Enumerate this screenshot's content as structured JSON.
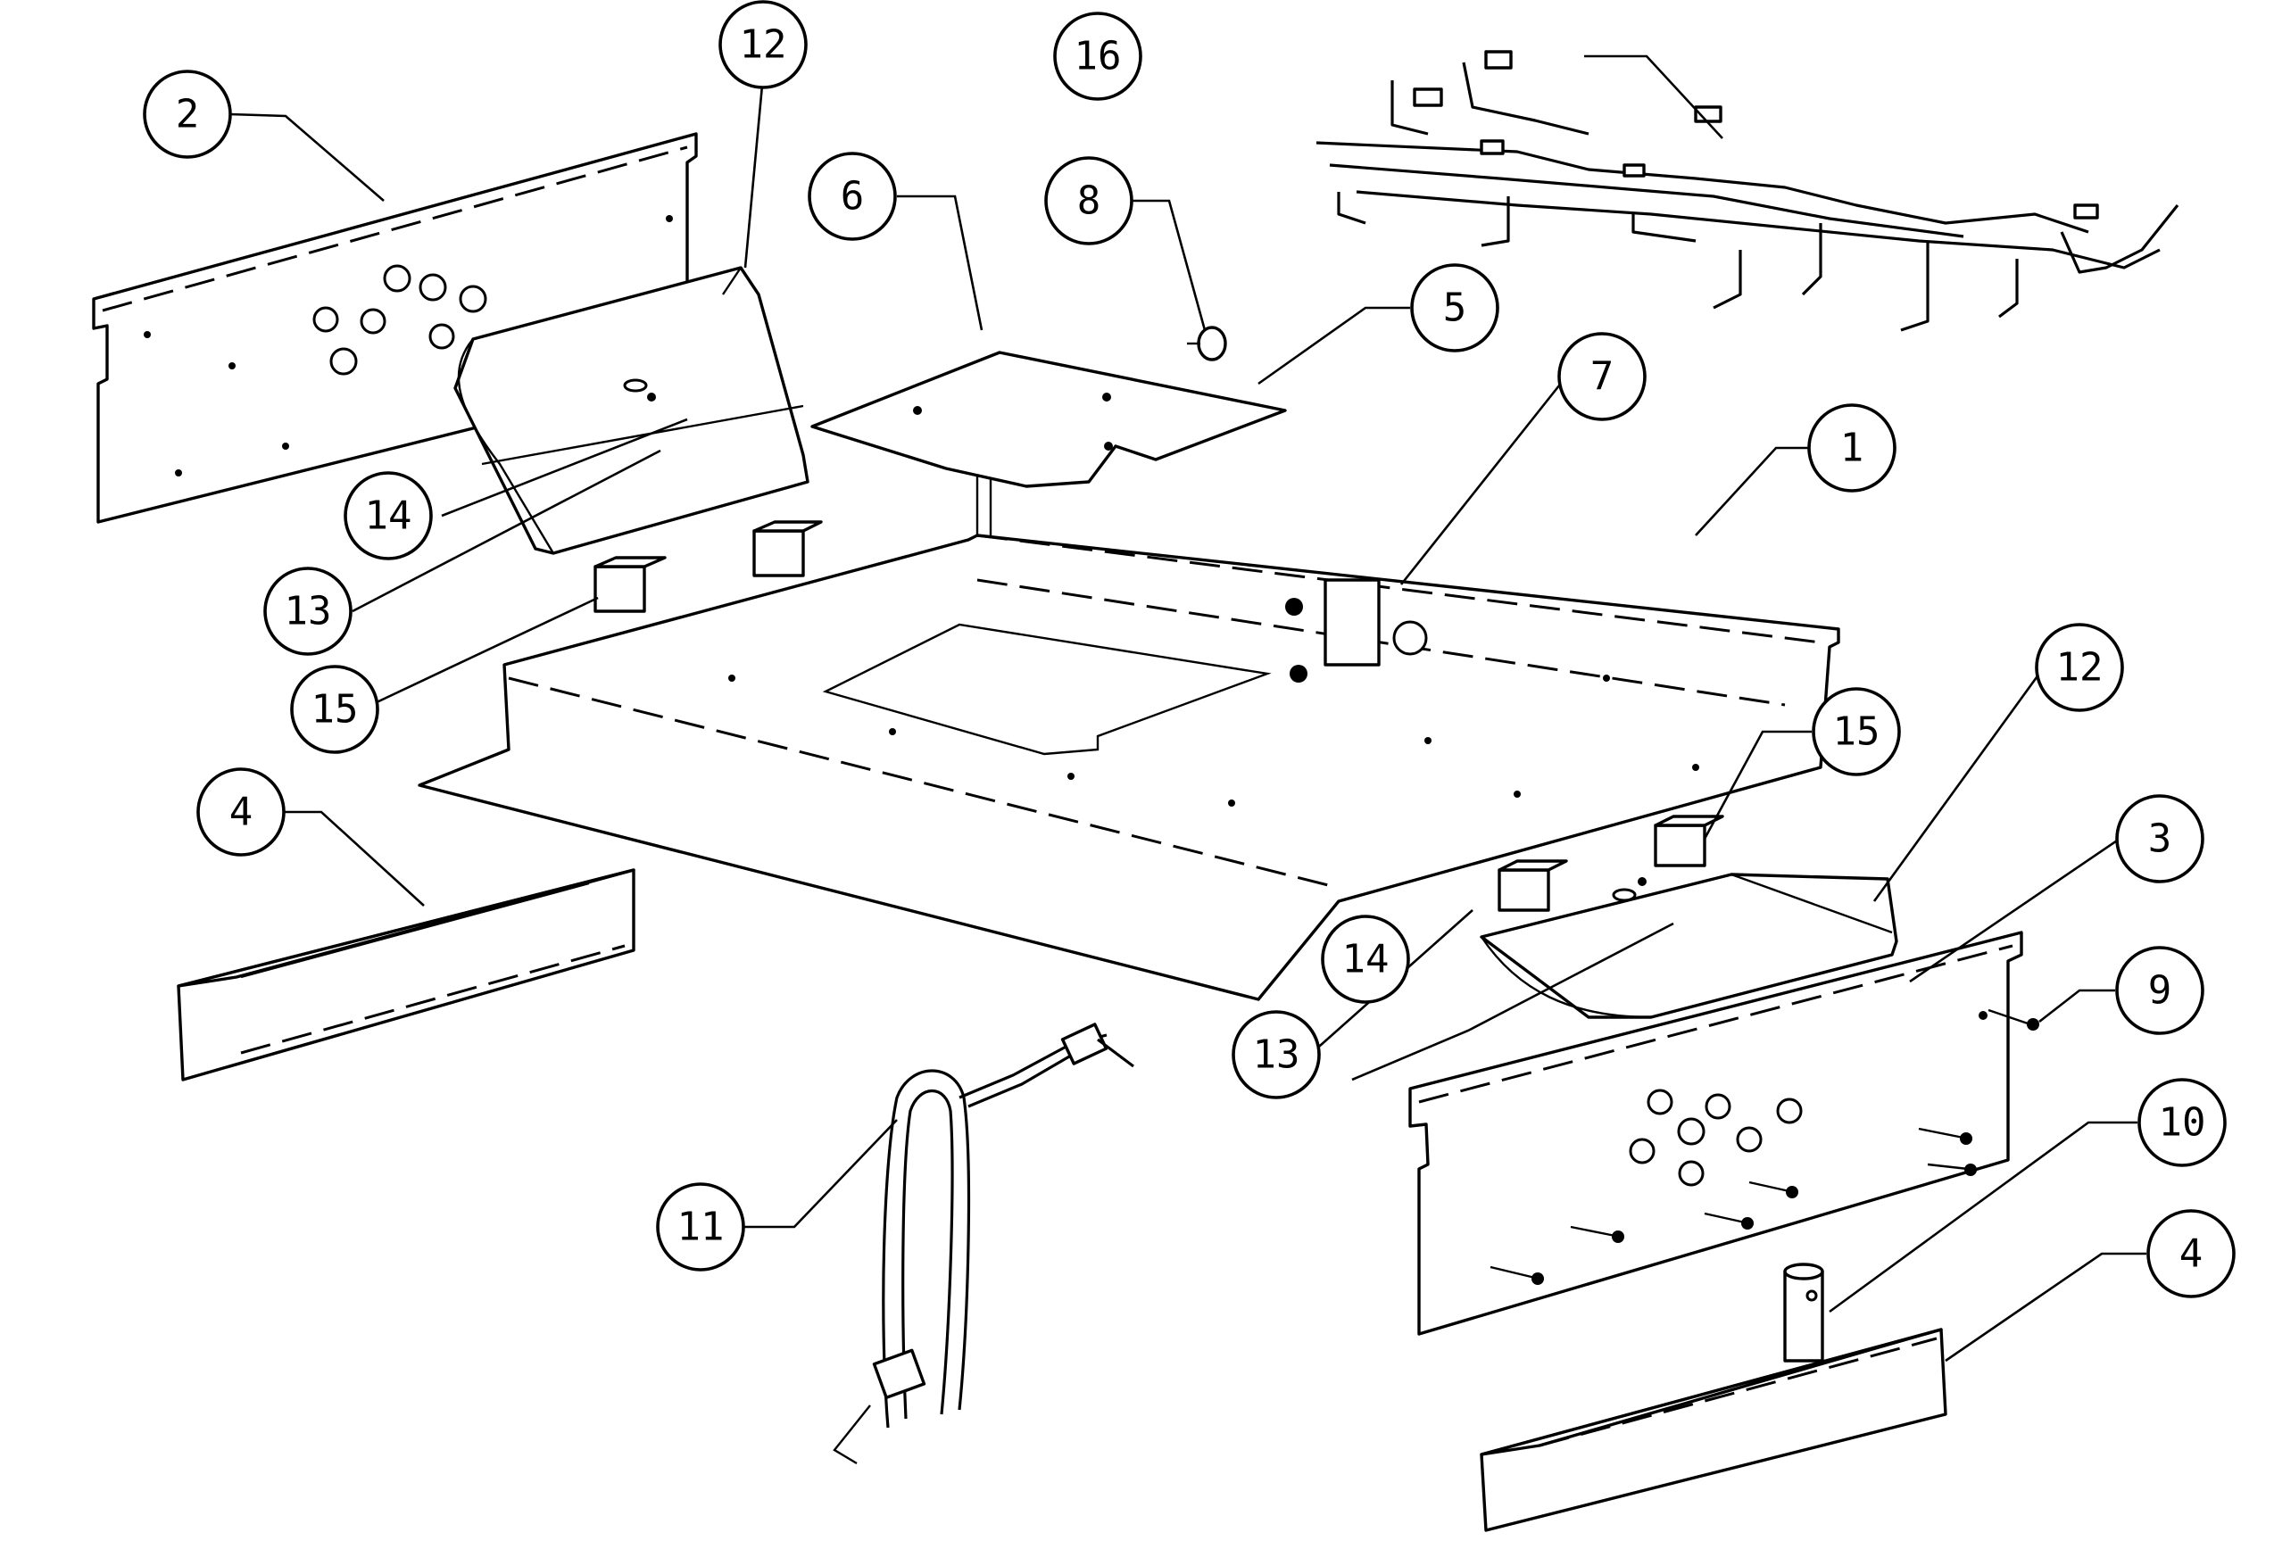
{
  "callouts": [
    {
      "id": "c1",
      "label": "1"
    },
    {
      "id": "c2",
      "label": "2"
    },
    {
      "id": "c3",
      "label": "3"
    },
    {
      "id": "c4a",
      "label": "4"
    },
    {
      "id": "c4b",
      "label": "4"
    },
    {
      "id": "c5",
      "label": "5"
    },
    {
      "id": "c6",
      "label": "6"
    },
    {
      "id": "c7",
      "label": "7"
    },
    {
      "id": "c8",
      "label": "8"
    },
    {
      "id": "c9",
      "label": "9"
    },
    {
      "id": "c10",
      "label": "10"
    },
    {
      "id": "c11",
      "label": "11"
    },
    {
      "id": "c12a",
      "label": "12"
    },
    {
      "id": "c12b",
      "label": "12"
    },
    {
      "id": "c13a",
      "label": "13"
    },
    {
      "id": "c13b",
      "label": "13"
    },
    {
      "id": "c14a",
      "label": "14"
    },
    {
      "id": "c14b",
      "label": "14"
    },
    {
      "id": "c15a",
      "label": "15"
    },
    {
      "id": "c15b",
      "label": "15"
    },
    {
      "id": "c16",
      "label": "16"
    }
  ]
}
